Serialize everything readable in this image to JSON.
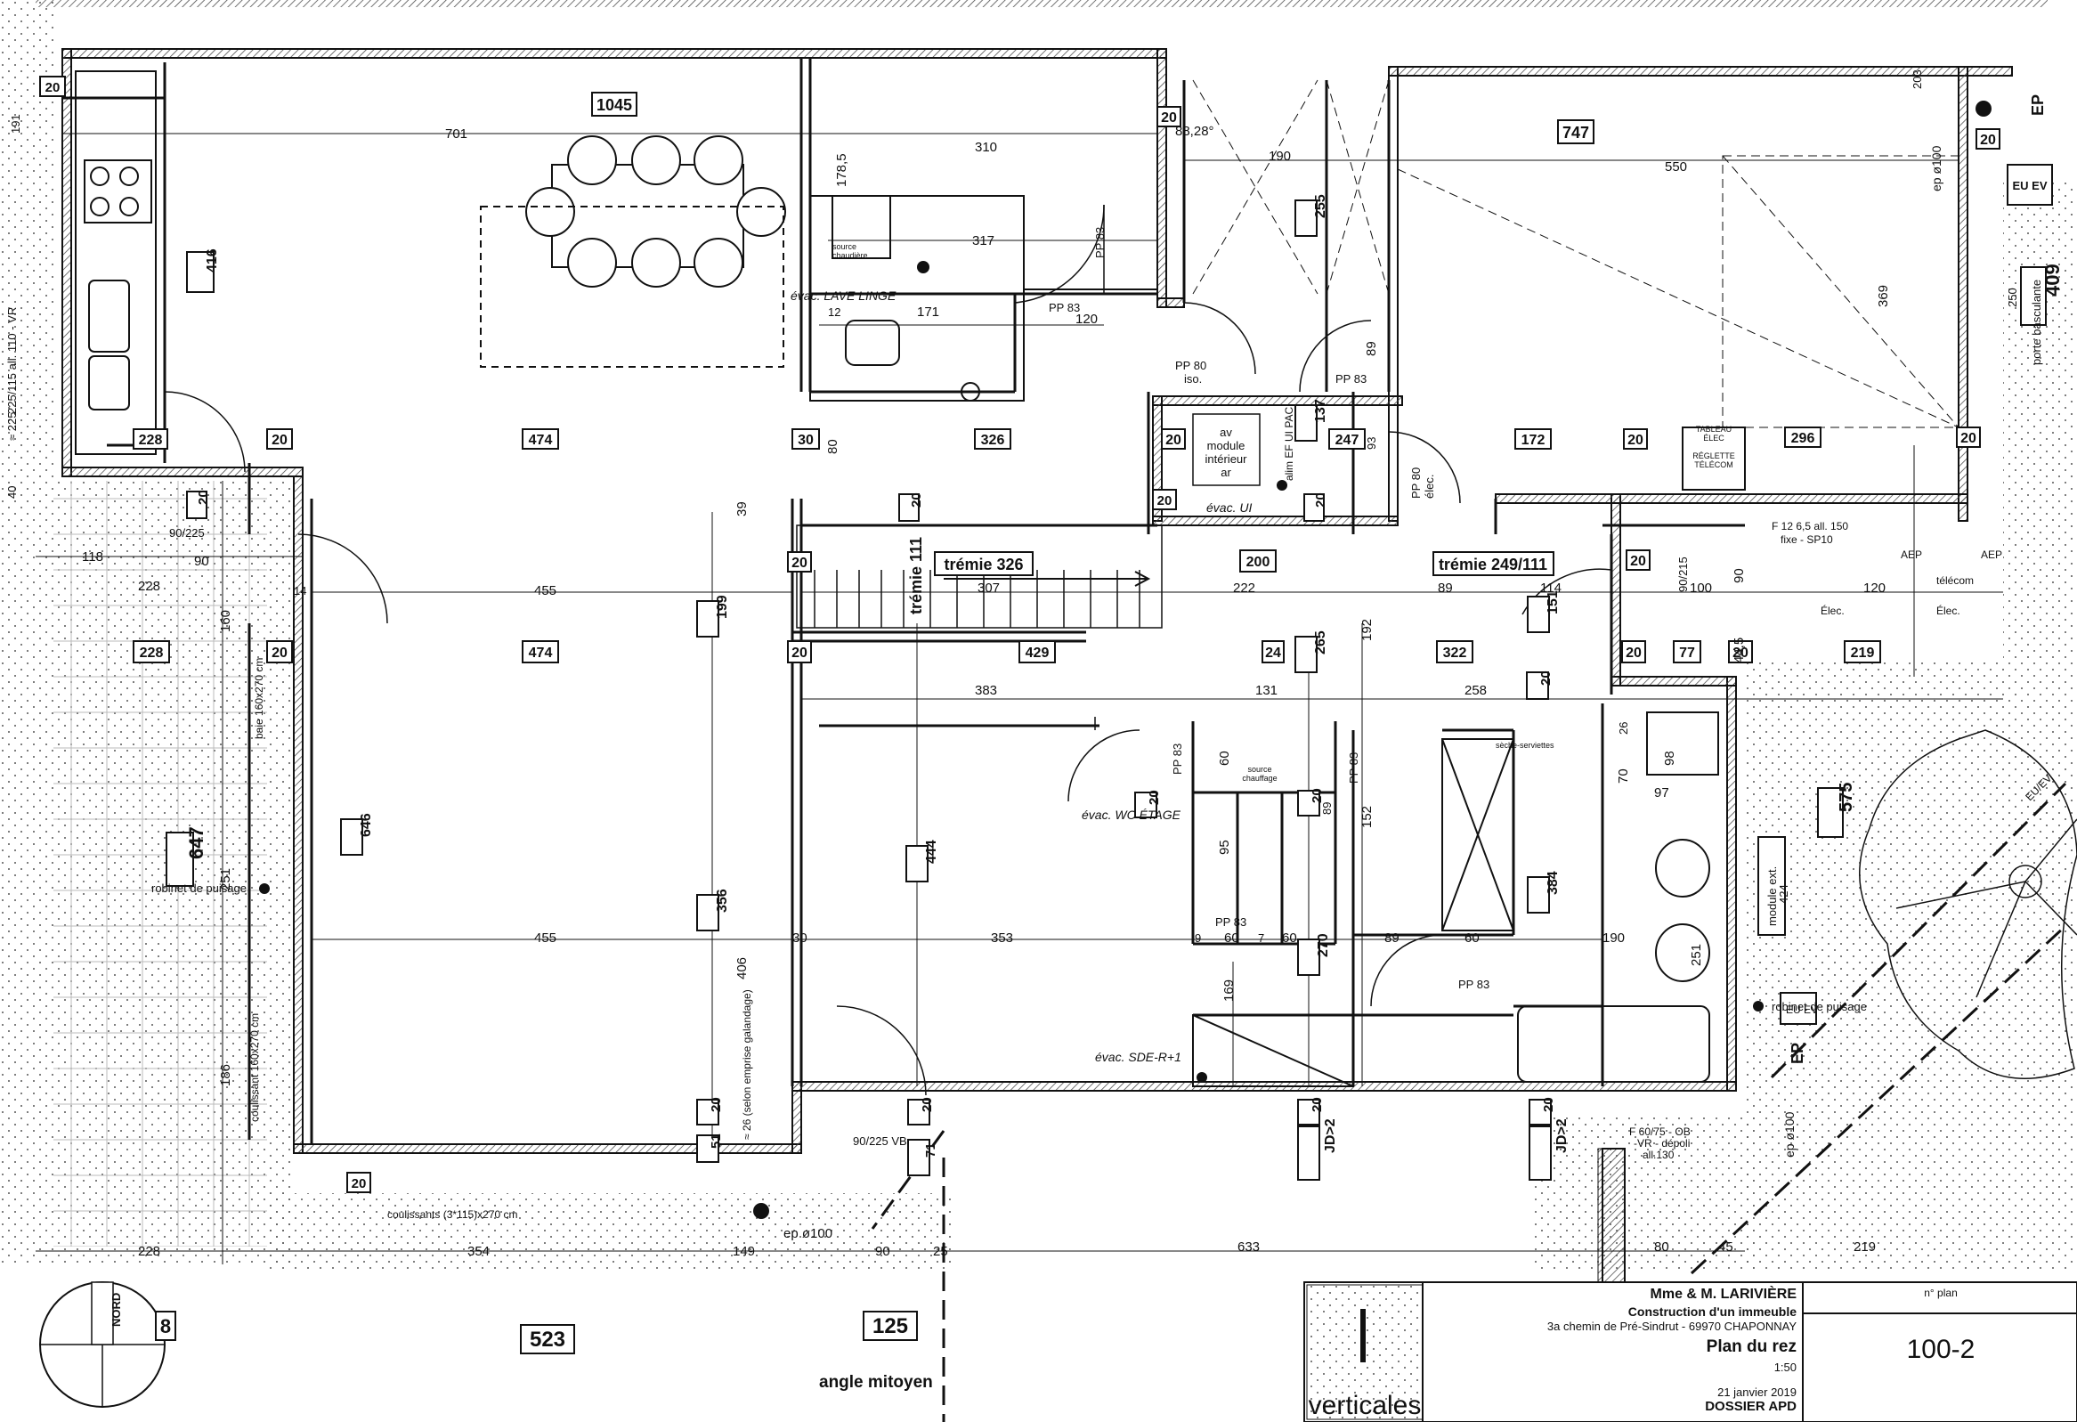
{
  "rooms": {
    "top_left": "1045",
    "top_right": "747",
    "stair_void": "trémie 326",
    "stair_void_small": "trémie 111",
    "void_249": "trémie 249/111"
  },
  "boxed_dims": {
    "b416": "416",
    "b228a": "228",
    "b20a": "20",
    "b474a": "474",
    "b30a": "30",
    "b326": "326",
    "b20b": "20",
    "b137": "137",
    "b247": "247",
    "b172": "172",
    "b20c": "20",
    "b296": "296",
    "b20d": "20",
    "b255": "255",
    "b409": "409",
    "b20e": "20",
    "b20f": "20",
    "b199": "199",
    "b20g": "20",
    "b20h": "20",
    "b200": "200",
    "b20i": "20",
    "b151": "151",
    "b228b": "228",
    "b20j": "20",
    "b474b": "474",
    "b20k": "20",
    "b429": "429",
    "b24": "24",
    "b265": "265",
    "b322": "322",
    "b20l": "20",
    "b77": "77",
    "b20m": "20",
    "b219": "219",
    "b20n": "20",
    "b575": "575",
    "b647": "647",
    "b646": "646",
    "b356": "356",
    "b444": "444",
    "b384": "384",
    "b20o": "20",
    "b20p": "20",
    "b270": "270",
    "b20q": "20",
    "b20r": "20",
    "b51": "51",
    "b20s": "20",
    "b71": "71",
    "b20t": "20",
    "bJD1": "JD>2",
    "bJD2": "JD>2",
    "b523": "523",
    "b125": "125",
    "b8": "8",
    "b20u": "20",
    "b20v": "20",
    "b20w": "20",
    "b20x": "20",
    "b20y": "20"
  },
  "dims": {
    "d701": "701",
    "d310": "310",
    "d190": "190",
    "d550": "550",
    "d317": "317",
    "d171": "171",
    "d120": "120",
    "d178": "178,5",
    "d369": "369",
    "d455a": "455",
    "d455b": "455",
    "d383": "383",
    "d307": "307",
    "d131": "131",
    "d258": "258",
    "d222": "222",
    "d89a": "89",
    "d114": "114",
    "d100": "100",
    "d120b": "120",
    "d353": "353",
    "d190b": "190",
    "d406": "406",
    "d251a": "251",
    "d251b": "251",
    "d160": "160",
    "d186": "186",
    "d118": "118",
    "d228a": "228",
    "d90a": "90",
    "d228b": "228",
    "d354": "354",
    "d149": "149",
    "d90b": "90",
    "d25": "25",
    "d633": "633",
    "d80": "80",
    "d45": "45",
    "d219": "219",
    "d152": "152",
    "d192": "192",
    "d169": "169",
    "d89b": "89",
    "d60a": "60",
    "d60b": "60",
    "d97": "97",
    "d98": "98",
    "d70": "70",
    "d95": "95",
    "d60c": "60",
    "d44": "44,5",
    "d90c": "90",
    "d203": "203",
    "d250": "250",
    "d39": "39",
    "d80b": "80",
    "d93": "93",
    "d89c": "89",
    "d40": "40",
    "d191": "191",
    "d14": "14",
    "d30": "30",
    "d26": "26",
    "d89d": "89",
    "d60d": "60",
    "d9a": "9",
    "d7a": "7",
    "d12": "12"
  },
  "notes": {
    "angle": "88,28°",
    "lave_linge": "évac. LAVE LINGE",
    "wc_etage": "évac. WC ÉTAGE",
    "sde": "évac. SDE-R+1",
    "evac_ui": "évac. UI",
    "pp83a": "PP 83",
    "pp83b": "PP 83",
    "pp83c": "PP 83",
    "pp83d": "PP 83",
    "pp83e": "PP 83",
    "pp83f": "PP 83",
    "pp83g": "PP 83",
    "pp80": "PP 80",
    "pp80_iso": "iso.",
    "pp80b": "PP 80",
    "pp80b_elec": "élec.",
    "module1": "av",
    "module2": "module",
    "module3": "intérieur",
    "module4": "ar",
    "alim": "alim EF UI PAC",
    "tableau": "TABLEAU",
    "tableau2": "ÉLEC",
    "reglette": "RÉGLETTE",
    "reglette2": "TÉLÉCOM",
    "fix": "F 12 6,5 all. 150",
    "fix2": "fixe - SP10",
    "aep": "AEP",
    "aep2": "AEP",
    "telecom": "télécom",
    "elec": "Élec.",
    "elec2": "Élec.",
    "eu_ev": "EU EV",
    "ep_top": "EP",
    "ep100_top": "ep ø100",
    "porte": "porte basculante",
    "seche": "sèche-serviettes",
    "source": "source",
    "source2": "chauffage",
    "source_l": "source",
    "source_l2": "chaudière",
    "robinet": "robinet de puisage",
    "robinet2": "robinet de puisage",
    "module_ext": "module ext.",
    "module_ext2": "424",
    "ep_right": "EP",
    "ep100_right": "ep ø100",
    "ep100_bottom": "ep ø100",
    "f6075": "F 60/75 - OB",
    "f6075b": "-VR - dépoli",
    "f6075c": "all.130",
    "baie": "baie 160x270 cm",
    "coulissant": "coulissant 160x270 cm",
    "coulissants": "coulissants (3*115)x270 cm",
    "galandage": "≈ 26 (selon emprise galandage)",
    "v9090": "90/225",
    "v90225vb": "90/225 VB",
    "v90215": "90/215",
    "top_left_vr": "225/115 all. 110 - VR",
    "vr_side": "≈ 225",
    "angle_mitoyen": "angle mitoyen",
    "nord": "NORD",
    "euev_tree": "EU/EV",
    "ev_small": "EU EV"
  },
  "titleblock": {
    "client": "Mme & M. LARIVIÈRE",
    "project": "Construction d'un immeuble",
    "address": "3a chemin de Pré-Sindrut - 69970 CHAPONNAY",
    "title": "Plan du rez",
    "scale": "1:50",
    "date": "21 janvier 2019",
    "phase": "DOSSIER APD",
    "plan_label": "n° plan",
    "plan_no": "100-2",
    "logo_text": "verticales"
  }
}
